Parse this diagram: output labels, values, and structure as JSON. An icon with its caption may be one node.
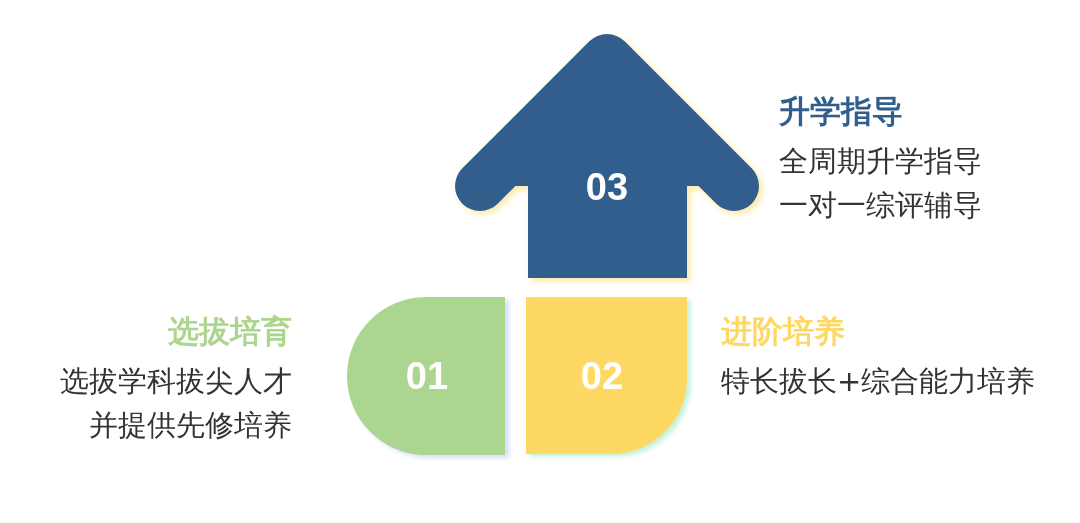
{
  "diagram": {
    "nodes": [
      {
        "text": [
          "01"
        ],
        "beside": [
          "选拔培育",
          "选拔学科拔尖人才并提供先修培养"
        ]
      },
      {
        "text": [
          "02"
        ],
        "beside": [
          "进阶培养",
          "特长拔长+综合能力培养"
        ]
      },
      {
        "text": [
          "03"
        ],
        "beside": [
          "升学指导",
          "全周期升学指导",
          "一对一综评辅导"
        ]
      }
    ]
  }
}
